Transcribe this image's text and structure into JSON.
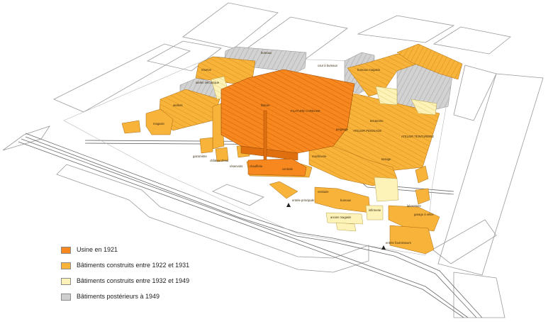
{
  "colors": {
    "usine_1921": "#f7871f",
    "usine_1921_dark": "#e0700f",
    "b_1922_1931": "#f8b33a",
    "b_1922_1931_dark": "#e39a20",
    "b_1932_1949": "#fdf3b8",
    "b_1932_1949_dark": "#efdf8a",
    "b_post_1949": "#cfcfcf",
    "b_post_1949_dark": "#b3b3b3",
    "ground_line": "#9a9a9a"
  },
  "legend": [
    {
      "label": "Usine en 1921",
      "color": "#f7871f"
    },
    {
      "label": "Bâtiments construits entre 1922 et 1931",
      "color": "#f8b33a"
    },
    {
      "label": "Bâtiments construits entre 1932 et 1949",
      "color": "#fdf3b8"
    },
    {
      "label": "Bâtiments postérieurs à 1949",
      "color": "#cfcfcf"
    }
  ],
  "labels": {
    "bureaux_top": "bureaux",
    "bureaux_magasin": "bureaux magasin",
    "cour_bureaux": "cour à bureaux",
    "reserve": "réserve",
    "atelier_mecanique": "atelier mécanique",
    "ateliers": "ateliers",
    "magasin": "magasin",
    "filature": "filature",
    "filature_cardage": "FILATURE CARDAGE",
    "peignage": "peignage",
    "atelier_peignage": "ATELIER PEIGNAGE",
    "teinturerie": "teinturerie",
    "atelier_teinturerie": "ATELIER TEINTURERIE",
    "tissage": "tissage",
    "chaufferie": "chaufferie",
    "centrale": "centrale",
    "gazometre": "gazomètre",
    "chateau_eau": "château d'eau",
    "reservoirs": "réservoirs",
    "machinerie": "machinerie",
    "laboratoire": "laboratoire",
    "garage_velos": "garage à vélos",
    "vestiaire": "vestiaire",
    "bureaux_bas": "bureaux",
    "ancien_magasin": "ancien magasin",
    "entree_principale": "entrée principale",
    "entree_fournisseurs": "entrée fournisseurs",
    "infirmerie": "infirmerie"
  }
}
